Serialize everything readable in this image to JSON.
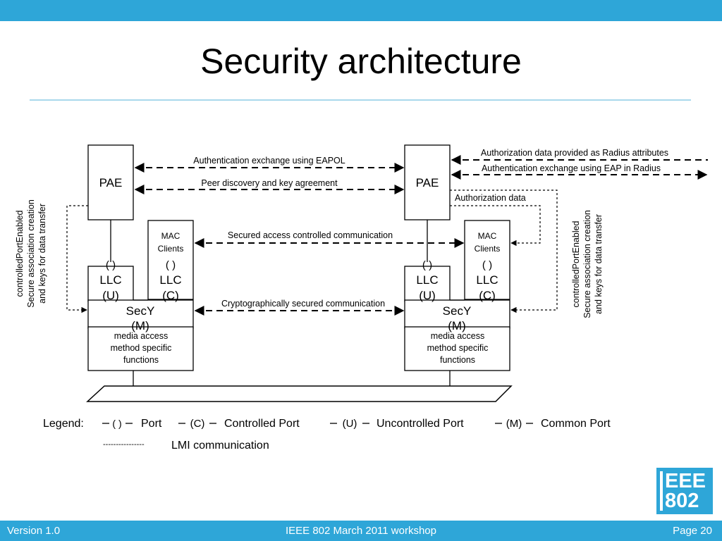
{
  "slide": {
    "title": "Security architecture"
  },
  "footer": {
    "version": "Version 1.0",
    "event": "IEEE 802 March 2011 workshop",
    "page": "Page 20"
  },
  "logo": {
    "line1": "EEE",
    "line2": "802"
  },
  "diagram": {
    "left": {
      "pae": "PAE",
      "mac_clients_1": "MAC",
      "mac_clients_2": "Clients",
      "port_u": "( )",
      "llc_u": "LLC",
      "llc_u_tag": "(U)",
      "port_c": "( )",
      "llc_c": "LLC",
      "llc_c_tag": "(C)",
      "secy": "SecY",
      "secy_tag": "(M)",
      "media_1": "media access",
      "media_2": "method specific",
      "media_3": "functions",
      "side_1": "controlledPortEnabled",
      "side_2": "Secure association creation",
      "side_3": "and keys for data transfer"
    },
    "right": {
      "pae": "PAE",
      "mac_clients_1": "MAC",
      "mac_clients_2": "Clients",
      "port_u": "( )",
      "llc_u": "LLC",
      "llc_u_tag": "(U)",
      "port_c": "( )",
      "llc_c": "LLC",
      "llc_c_tag": "(C)",
      "secy": "SecY",
      "secy_tag": "(M)",
      "media_1": "media access",
      "media_2": "method specific",
      "media_3": "functions",
      "side_1": "controlledPortEnabled",
      "side_2": "Secure association creation",
      "side_3": "and keys for data transfer"
    },
    "links": {
      "eapol": "Authentication exchange using EAPOL",
      "peer": "Peer discovery and key agreement",
      "secured": "Secured access controlled communication",
      "crypto": "Cryptographically secured communication",
      "radius_attr": "Authorization data provided as Radius attributes",
      "eap_radius": "Authentication exchange using EAP in Radius",
      "auth_data": "Authorization data"
    }
  },
  "legend": {
    "label": "Legend:",
    "port_sym": "( )",
    "port": "Port",
    "controlled_sym": "(C)",
    "controlled": "Controlled Port",
    "uncontrolled_sym": "(U)",
    "uncontrolled": "Uncontrolled Port",
    "common_sym": "(M)",
    "common": "Common Port",
    "lmi_sym": "----------------",
    "lmi": "LMI communication"
  }
}
